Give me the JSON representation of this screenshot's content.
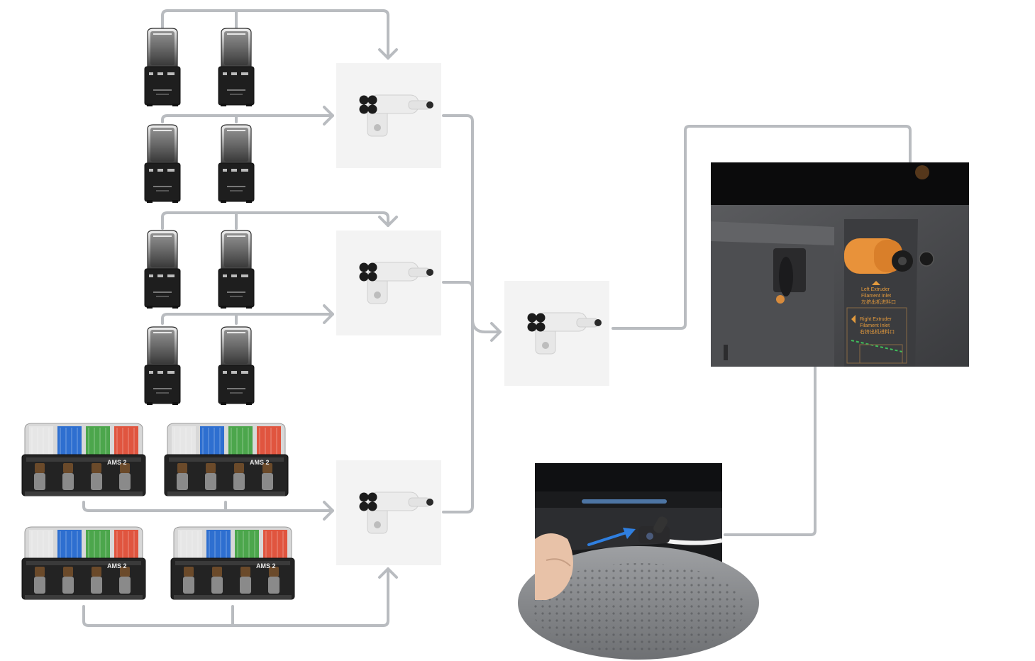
{
  "colors": {
    "connector": "#b9bcc0",
    "tile_background": "#f3f3f3",
    "hub_body": "#e9e9e9",
    "dryer_body": "#1e1e1e",
    "printer_panel": "#4a4b4e",
    "inlet_orange": "#e8923a",
    "arrow_blue": "#2f7fe0"
  },
  "ams_units": [
    {
      "label": "AMS 2"
    },
    {
      "label": "AMS 2"
    },
    {
      "label": "AMS 2"
    },
    {
      "label": "AMS 2"
    }
  ],
  "spool_colors": [
    "#e2e2e2",
    "#2e6fd0",
    "#4ca64c",
    "#e0553f"
  ],
  "printer_photo": {
    "sticker_left": [
      "Left Extruder",
      "Filament Inlet",
      "左挤出机进料口"
    ],
    "sticker_right": [
      "Right Extruder",
      "Filament Inlet",
      "右挤出机进料口"
    ]
  }
}
